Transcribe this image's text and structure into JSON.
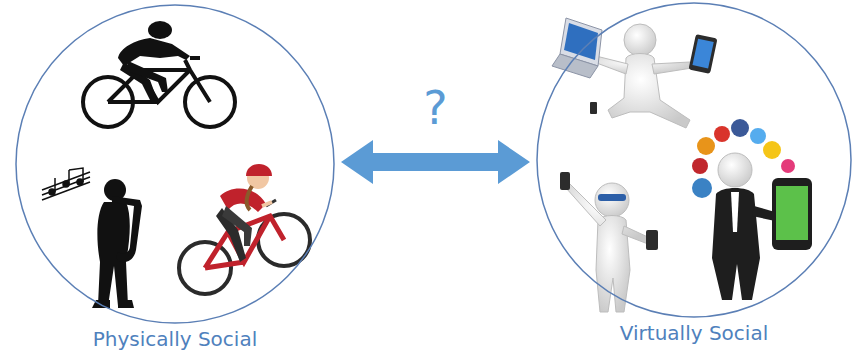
{
  "diagram": {
    "nodes": [
      {
        "text": [
          "Physically Social"
        ]
      },
      {
        "text": [
          "Virtually Social"
        ]
      }
    ],
    "edges": [
      {
        "from": 0,
        "to": 1,
        "arrow": "both",
        "label": "?"
      }
    ]
  }
}
